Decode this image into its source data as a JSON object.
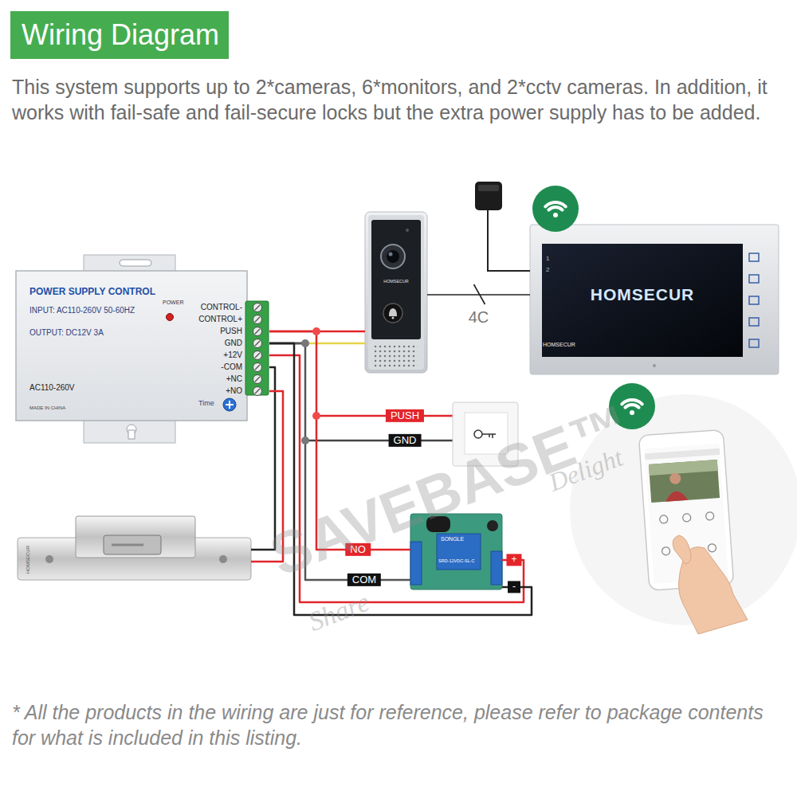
{
  "diagram": {
    "title": "Wiring Diagram",
    "caption": "* All the products in the wiring are just for reference, please refer to package contents for what is included in this listing.",
    "nodes": [
      {
        "text": [
          "POWER SUPPLY CONTROL",
          "INPUT: AC110-260V 50-60HZ",
          "OUTPUT: DC12V 3A",
          "POWER",
          "CONTROL-",
          "CONTROL+",
          "PUSH",
          "GND",
          "+12V",
          "-COM",
          "+NC",
          "+NO",
          "AC110-260V",
          "MADE IN CHINA",
          "Time"
        ]
      },
      {
        "text": [
          "HOMSECUR"
        ]
      },
      {
        "text": [
          "1",
          "2",
          "HOMSECUR",
          "HOMSECUR"
        ]
      },
      {
        "text": [
          "HOMSECUR"
        ]
      },
      {
        "text": [
          "SONGLE",
          "SRD-12VDC-SL-C"
        ]
      }
    ],
    "edges": [
      {
        "from": 0,
        "to": 1,
        "arrow": "none"
      },
      {
        "from": 1,
        "to": 2,
        "label": "4C",
        "arrow": "none"
      },
      {
        "from": 0,
        "to": 3,
        "arrow": "none"
      },
      {
        "from": 0,
        "to": 4,
        "arrow": "none"
      }
    ],
    "labels": [
      "This system supports up to 2*cameras, 6*monitors, and 2*cctv cameras. In addition, it works with fail-safe and fail-secure locks but the extra power supply has to be added.",
      "PUSH",
      "GND",
      "NO",
      "COM",
      "+",
      "-",
      "SAVEBASE™",
      "Share",
      "Delight"
    ]
  }
}
